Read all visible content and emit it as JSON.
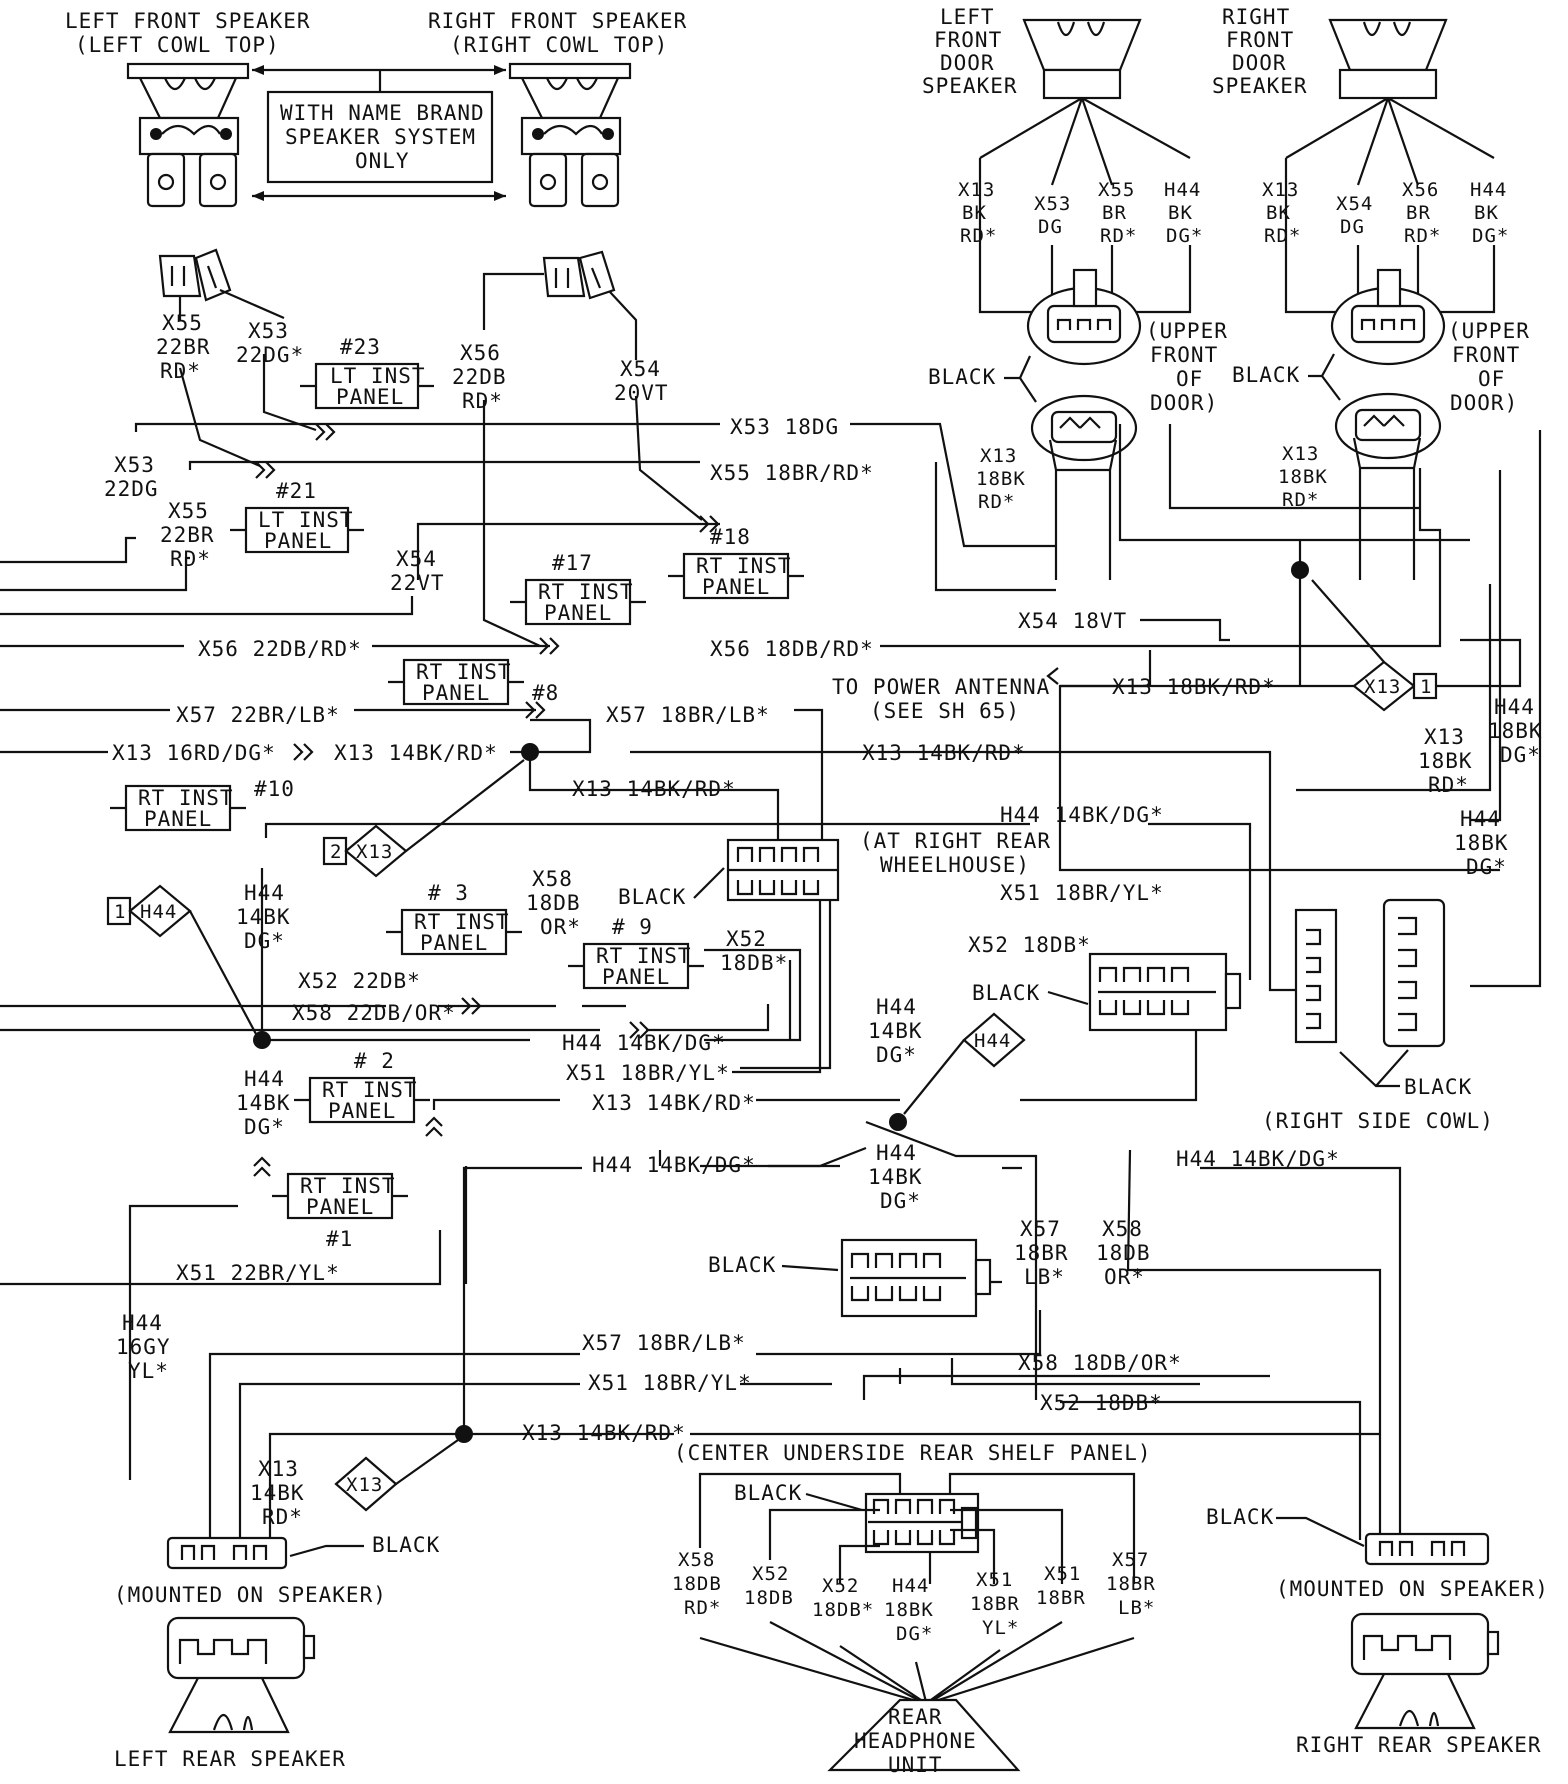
{
  "top_labels": {
    "left_front_speaker": "LEFT FRONT SPEAKER",
    "left_cowl_top": "(LEFT COWL TOP)",
    "right_front_speaker": "RIGHT FRONT SPEAKER",
    "right_cowl_top": "(RIGHT COWL TOP)",
    "name_brand_1": "WITH NAME BRAND",
    "name_brand_2": "SPEAKER SYSTEM",
    "name_brand_3": "ONLY"
  },
  "door_speakers": {
    "left_title": [
      "LEFT",
      "FRONT",
      "DOOR",
      "SPEAKER"
    ],
    "right_title": [
      "RIGHT",
      "FRONT",
      "DOOR",
      "SPEAKER"
    ],
    "left_wires": [
      [
        "X13",
        "BK",
        "RD*"
      ],
      [
        "X53",
        "DG"
      ],
      [
        "X55",
        "BR",
        "RD*"
      ],
      [
        "H44",
        "BK",
        "DG*"
      ]
    ],
    "right_wires": [
      [
        "X13",
        "BK",
        "RD*"
      ],
      [
        "X54",
        "DG"
      ],
      [
        "X56",
        "BR",
        "RD*"
      ],
      [
        "H44",
        "BK",
        "DG*"
      ]
    ],
    "upper_front_of_door": [
      "(UPPER",
      "FRONT",
      "OF",
      "DOOR)"
    ],
    "black": "BLACK",
    "left_x13": [
      "X13",
      "18BK",
      "RD*"
    ],
    "right_x13": [
      "X13",
      "18BK",
      "RD*"
    ]
  },
  "wire_labels": {
    "x55_22br": [
      "X55",
      "22BR",
      "RD*"
    ],
    "x53_22dg": [
      "X53",
      "22DG*"
    ],
    "x56_22db": [
      "X56",
      "22DB",
      "RD*"
    ],
    "x54_20vt": [
      "X54",
      "20VT"
    ],
    "x53_18dg": "X53 18DG",
    "x55_18br": "X55 18BR/RD*",
    "x53_22dg_left": [
      "X53",
      "22DG"
    ],
    "x55_22br_left": [
      "X55",
      "22BR",
      "RD*"
    ],
    "x54_22vt": [
      "X54",
      "22VT"
    ],
    "x54_18vt": "X54 18VT",
    "x56_22db_rd": "X56 22DB/RD*",
    "x56_18db_rd": "X56 18DB/RD*",
    "x57_22br_lb": "X57 22BR/LB*",
    "x57_18br_lb": "X57 18BR/LB*",
    "x13_16rd_dg": "X13 16RD/DG*",
    "x13_14bk_rd": "X13 14BK/RD*",
    "to_power_antenna": "TO POWER ANTENNA",
    "see_sh65": "(SEE SH 65)",
    "x13_18bk_rd": "X13 18BK/RD*",
    "h44_14bk_dg": "H44 14BK/DG*",
    "at_right_rear_1": "(AT RIGHT REAR",
    "at_right_rear_2": "WHEELHOUSE)",
    "x51_18br_yl": "X51 18BR/YL*",
    "x52_18db": "X52 18DB*",
    "x52_22db": "X52 22DB*",
    "x58_22db_or": "X58 22DB/OR*",
    "x51_22br_yl": "X51 22BR/YL*",
    "x58_18db_or": "X58 18DB/OR*",
    "h44_16gy_yl": [
      "H44",
      "16GY",
      "YL*"
    ],
    "h44_14bk_dg_stack": [
      "H44",
      "14BK",
      "DG*"
    ],
    "x58_18db_or_stack": [
      "X58",
      "18DB",
      "OR*"
    ],
    "x52_18db_stack": [
      "X52",
      "18DB*"
    ],
    "x57_18br_lb_stack": [
      "X57",
      "18BR",
      "LB*"
    ],
    "x58_18db_or_stack2": [
      "X58",
      "18DB",
      "OR*"
    ],
    "x13_18bk_rd_right": [
      "X13",
      "18BK",
      "RD*"
    ],
    "h44_18bk_dg_right": [
      "H44",
      "18BK",
      "DG*"
    ],
    "x13_14bk_rd_stack": [
      "X13",
      "14BK",
      "RD*"
    ]
  },
  "panel_labels": {
    "rt_inst_panel": [
      "RT INST",
      "PANEL"
    ],
    "lt_inst_panel": [
      "LT INST",
      "PANEL"
    ],
    "n23": "#23",
    "n21": "#21",
    "n18": "#18",
    "n17": "#17",
    "n8": "#8",
    "n10": "#10",
    "n3": "# 3",
    "n9": "# 9",
    "n2": "# 2",
    "n1": "#1"
  },
  "tags": {
    "x13": "X13",
    "h44": "H44",
    "one": "1",
    "two": "2"
  },
  "bottom": {
    "black": "BLACK",
    "right_side_cowl": "(RIGHT SIDE COWL)",
    "center_underside": "(CENTER UNDERSIDE REAR SHELF PANEL)",
    "mounted_on_speaker": "(MOUNTED ON SPEAKER)",
    "left_rear_speaker": "LEFT REAR SPEAKER",
    "right_rear_speaker": "RIGHT REAR SPEAKER",
    "headphone": [
      "REAR",
      "HEADPHONE",
      "UNIT"
    ],
    "hp_wires": [
      [
        "X58",
        "18DB",
        "RD*"
      ],
      [
        "X52",
        "18DB"
      ],
      [
        "X52",
        "18DB*"
      ],
      [
        "H44",
        "18BK",
        "DG*"
      ],
      [
        "X51",
        "18BR",
        "YL*"
      ],
      [
        "X51",
        "18BR"
      ],
      [
        "X57",
        "18BR",
        "LB*"
      ]
    ]
  }
}
